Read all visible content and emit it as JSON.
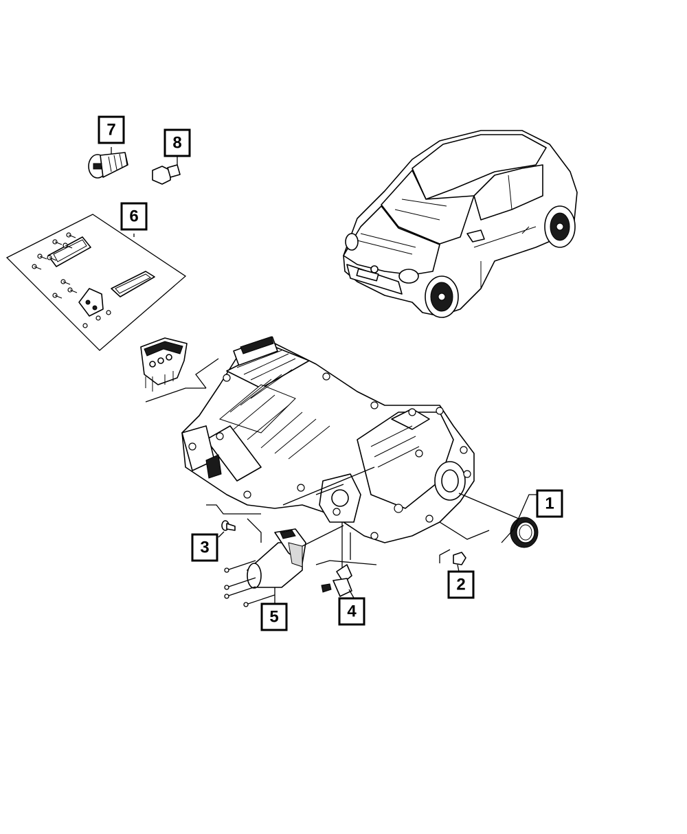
{
  "callouts": [
    {
      "id": "callout-1",
      "label": "1"
    },
    {
      "id": "callout-2",
      "label": "2"
    },
    {
      "id": "callout-3",
      "label": "3"
    },
    {
      "id": "callout-4",
      "label": "4"
    },
    {
      "id": "callout-5",
      "label": "5"
    },
    {
      "id": "callout-6",
      "label": "6"
    },
    {
      "id": "callout-7",
      "label": "7"
    },
    {
      "id": "callout-8",
      "label": "8"
    }
  ],
  "parts": {
    "vehicle": "vehicle-illustration",
    "transmission": "transmission-assembly",
    "kit": "gasket-and-bolt-kit",
    "actuator": "actuator-with-bolts",
    "sensor": "sensor",
    "seal": "oil-seal",
    "plug": "plug",
    "bolt": "torx-bolt",
    "drain_plug": "hex-plug",
    "screw": "screw",
    "module": "control-module"
  }
}
